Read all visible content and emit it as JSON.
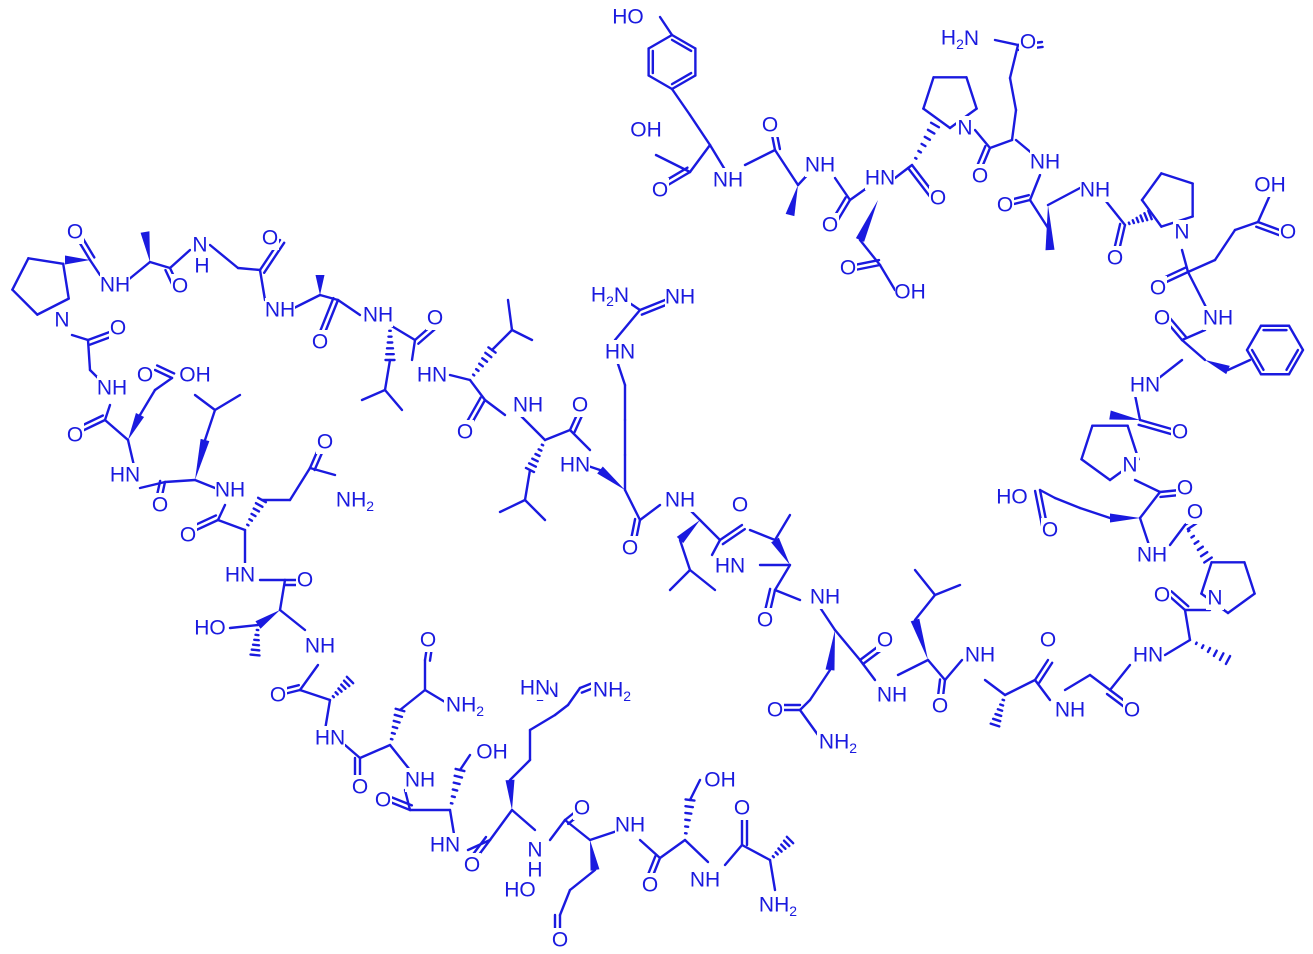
{
  "diagram": {
    "type": "chemical-structure",
    "color": "#1a1adf",
    "labels": {
      "ho_top": "HO",
      "h2n_top": "H2N",
      "o": "O",
      "oh": "OH",
      "ho": "HO",
      "nh": "NH",
      "hn": "HN",
      "n": "N",
      "h": "H",
      "nh2": "NH2",
      "h2n": "H2N"
    }
  }
}
